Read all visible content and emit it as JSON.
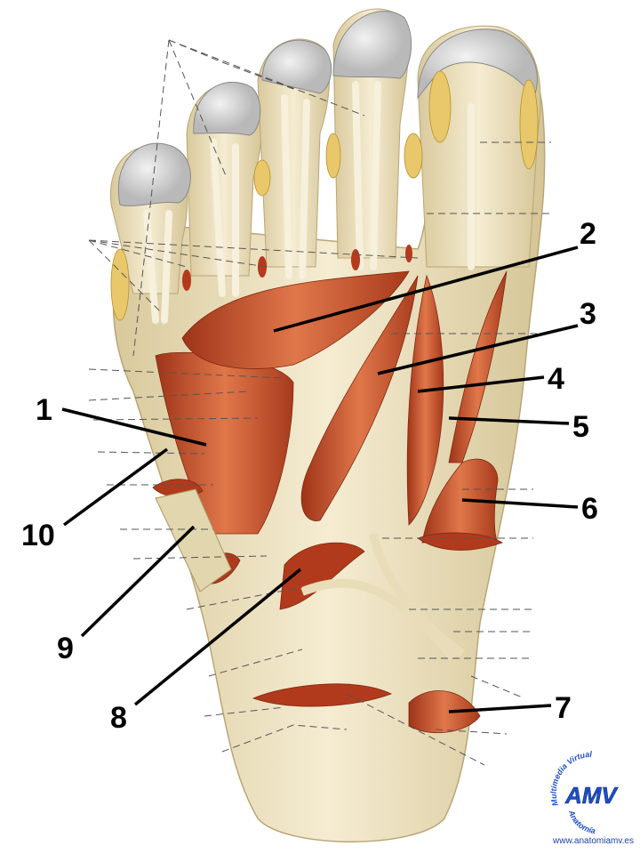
{
  "labels": [
    {
      "id": "1",
      "text": "1"
    },
    {
      "id": "2",
      "text": "2"
    },
    {
      "id": "3",
      "text": "3"
    },
    {
      "id": "4",
      "text": "4"
    },
    {
      "id": "5",
      "text": "5"
    },
    {
      "id": "6",
      "text": "6"
    },
    {
      "id": "7",
      "text": "7"
    },
    {
      "id": "8",
      "text": "8"
    },
    {
      "id": "9",
      "text": "9"
    },
    {
      "id": "10",
      "text": "10"
    }
  ],
  "logo": {
    "main": "AMV",
    "arc_top": "Multimedia Virtual",
    "arc_bottom": "Anatomía",
    "url": "www.anatomiamv.es"
  },
  "colors": {
    "muscle": "#c8562c",
    "tendon": "#efe4c4",
    "nail": "#d9d9d9",
    "fat": "#e8c86a",
    "label": "#000000",
    "logo": "#1f4fc8"
  }
}
